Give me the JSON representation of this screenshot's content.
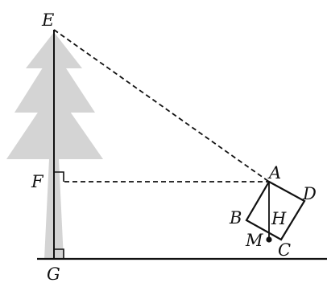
{
  "diagram": {
    "labels": {
      "E": "E",
      "F": "F",
      "G": "G",
      "A": "A",
      "B": "B",
      "C": "C",
      "D": "D",
      "H": "H",
      "M": "M"
    },
    "colors": {
      "tree": "#d4d4d4",
      "line": "#111111",
      "background": "#ffffff"
    }
  }
}
